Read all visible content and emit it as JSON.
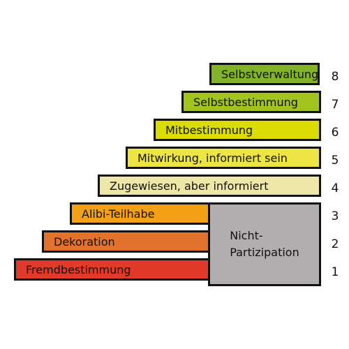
{
  "steps": [
    {
      "level": "1",
      "label": "Fremdbestimmung",
      "color": "#e23a2a"
    },
    {
      "level": "2",
      "label": "Dekoration",
      "color": "#e3732c"
    },
    {
      "level": "3",
      "label": "Alibi-Teilhabe",
      "color": "#f2a116"
    },
    {
      "level": "4",
      "label": "Zugewiesen, aber informiert",
      "color": "#eee8a8"
    },
    {
      "level": "5",
      "label": "Mitwirkung, informiert sein",
      "color": "#ece544"
    },
    {
      "level": "6",
      "label": "Mitbestimmung",
      "color": "#dcdc05"
    },
    {
      "level": "7",
      "label": "Selbstbestimmung",
      "color": "#a3c41f"
    },
    {
      "level": "8",
      "label": "Selbstverwaltung",
      "color": "#82b32a"
    }
  ],
  "non_participation": {
    "line1": "Nicht-",
    "line2": "Partizipation",
    "color": "#b2adae"
  }
}
